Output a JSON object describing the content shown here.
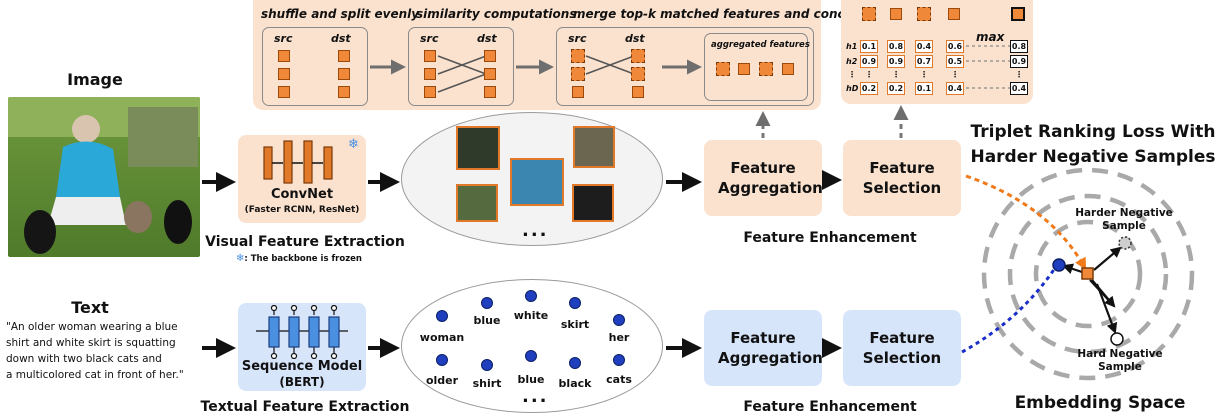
{
  "image_label": "Image",
  "text_label": "Text",
  "text_caption": [
    "\"An older woman wearing a blue",
    "shirt and white skirt is squatting",
    "down with two black cats and",
    "a multicolored cat in front of her.\""
  ],
  "visual": {
    "net_title": "ConvNet",
    "net_sub": "(Faster RCNN, ResNet)",
    "caption": "Visual Feature Extraction",
    "frozen_note": ": The backbone is frozen"
  },
  "textual": {
    "net_title": "Sequence Model",
    "net_sub": "(BERT)",
    "caption": "Textual Feature Extraction"
  },
  "enhance": {
    "aggregation": "Feature Aggregation",
    "selection": "Feature Selection",
    "caption_top": "Feature Enhancement",
    "caption_bottom": "Feature Enhancement"
  },
  "steps": {
    "s1": "shuffle and split evenly",
    "s2": "similarity computations",
    "s3": "merge top-k matched features and concat.",
    "src": "src",
    "dst": "dst",
    "aggregated": "aggregated features"
  },
  "selection_matrix": {
    "max_label": "max",
    "row_labels": [
      "h1",
      "h2",
      "⋮",
      "hD"
    ],
    "columns": [
      [
        "0.1",
        "0.9",
        "⋮",
        "0.2"
      ],
      [
        "0.8",
        "0.9",
        "⋮",
        "0.2"
      ],
      [
        "0.4",
        "0.7",
        "⋮",
        "0.1"
      ],
      [
        "0.6",
        "0.5",
        "⋮",
        "0.4"
      ]
    ],
    "max_column": [
      "0.8",
      "0.9",
      "⋮",
      "0.4"
    ]
  },
  "words": [
    "woman",
    "blue",
    "white",
    "skirt",
    "her",
    "older",
    "shirt",
    "blue",
    "black",
    "cats"
  ],
  "ellipsis": "...",
  "loss_title": [
    "Triplet Ranking Loss With",
    "Harder Negative Samples"
  ],
  "embed": {
    "harder": [
      "Harder Negative",
      "Sample"
    ],
    "hard": [
      "Hard Negative",
      "Sample"
    ],
    "caption": "Embedding Space"
  },
  "colors": {
    "peach": "#fbe2cf",
    "blue": "#d7e5fb",
    "orange": "#f0883a",
    "navy": "#1f3fbf"
  }
}
